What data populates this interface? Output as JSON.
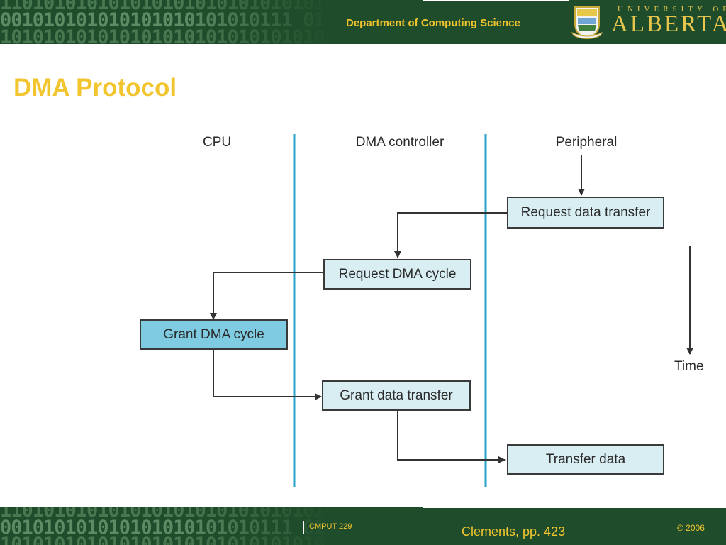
{
  "header": {
    "department": "Department of Computing Science",
    "university_small": "UNIVERSITY OF",
    "university_big": "ALBERTA",
    "crest_icon": "university-crest-icon",
    "background_pattern": [
      "1101010101010101010101010101010 10 1101",
      "001010101010101010101010111 01 1010101",
      "1010101010101010101010101010101010101010"
    ]
  },
  "slide": {
    "title": "DMA Protocol"
  },
  "diagram": {
    "lanes": [
      "CPU",
      "DMA controller",
      "Peripheral"
    ],
    "steps": [
      {
        "label": "Request data transfer",
        "lane": "Peripheral"
      },
      {
        "label": "Request DMA cycle",
        "lane": "DMA controller"
      },
      {
        "label": "Grant DMA cycle",
        "lane": "CPU"
      },
      {
        "label": "Grant data transfer",
        "lane": "DMA controller"
      },
      {
        "label": "Transfer data",
        "lane": "Peripheral"
      }
    ],
    "time_label": "Time"
  },
  "footer": {
    "course": "CMPUT 229",
    "source": "Clements, pp. 423",
    "copyright": "© 2006"
  },
  "colors": {
    "brand_green": "#1f4d2b",
    "title_gold": "#f2c52e",
    "lane_line": "#2aa3c9",
    "box_light": "#d8eef3",
    "box_dark": "#7fcbe1"
  }
}
